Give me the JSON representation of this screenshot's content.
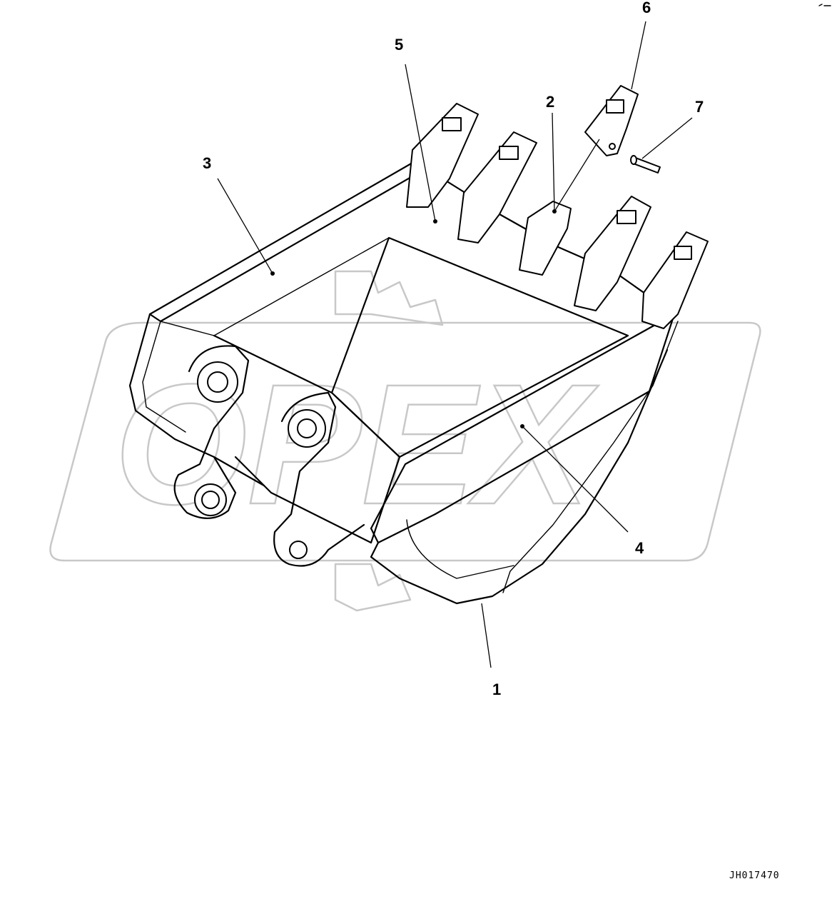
{
  "watermark": {
    "text": "OPEX"
  },
  "callouts": [
    {
      "id": "1",
      "label": "1"
    },
    {
      "id": "2",
      "label": "2"
    },
    {
      "id": "3",
      "label": "3"
    },
    {
      "id": "4",
      "label": "4"
    },
    {
      "id": "5",
      "label": "5"
    },
    {
      "id": "6",
      "label": "6"
    },
    {
      "id": "7",
      "label": "7"
    }
  ],
  "drawing_id": "JH017470",
  "colors": {
    "line": "#000000",
    "watermark": "#c8c8c8",
    "background": "#ffffff"
  }
}
